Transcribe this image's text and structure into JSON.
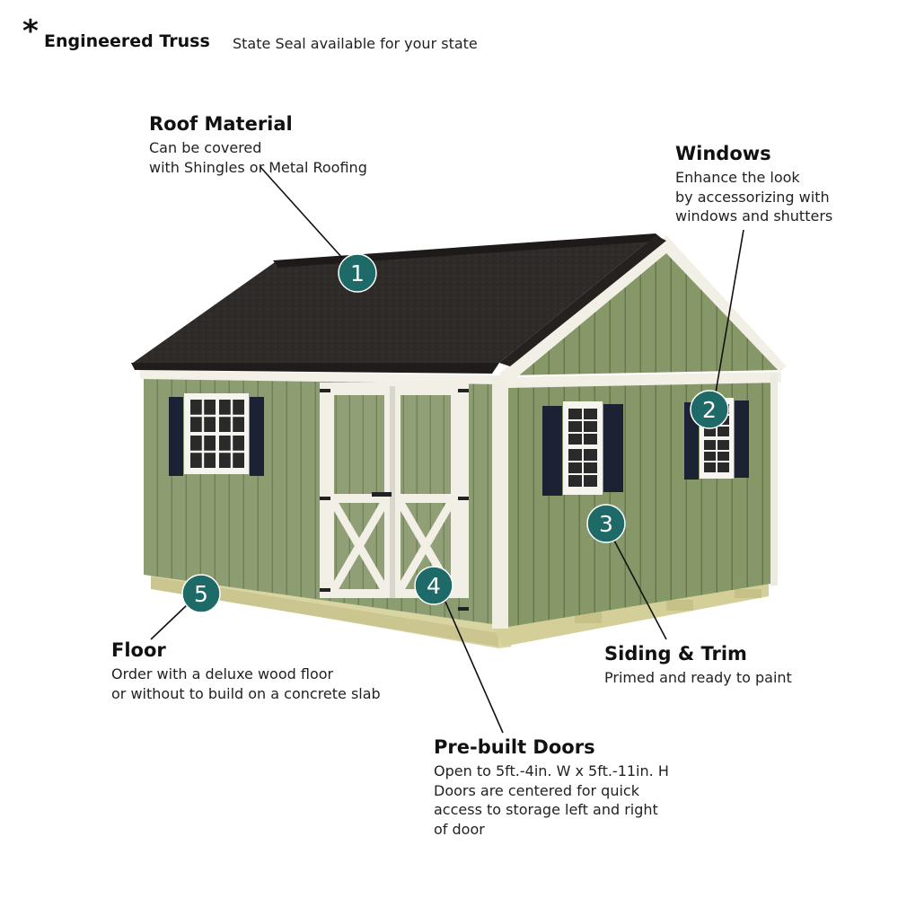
{
  "header": {
    "asterisk": "*",
    "title": "Engineered Truss",
    "subtitle": "State Seal available for your state"
  },
  "features": [
    {
      "number": "1",
      "title": "Roof Material",
      "lines": [
        "Can be covered",
        "with Shingles or Metal Roofing"
      ]
    },
    {
      "number": "2",
      "title": "Windows",
      "lines": [
        "Enhance the look",
        "by accessorizing with",
        "windows and shutters"
      ]
    },
    {
      "number": "3",
      "title": "Siding & Trim",
      "lines": [
        "Primed and ready to paint"
      ]
    },
    {
      "number": "4",
      "title": "Pre-built Doors",
      "lines": [
        "Open to 5ft.-4in. W x 5ft.-11in. H",
        "Doors are centered for quick",
        "access to storage left and right",
        "of door"
      ]
    },
    {
      "number": "5",
      "title": "Floor",
      "lines": [
        "Order with a deluxe wood floor",
        "or without to build on a concrete slab"
      ]
    }
  ],
  "colors": {
    "marker": "#1e6a68",
    "siding": "#8a9a6e",
    "roof": "#2e2a28",
    "trim": "#f2f0e6",
    "shutter": "#1b2233",
    "foundation": "#d6d2a0"
  }
}
